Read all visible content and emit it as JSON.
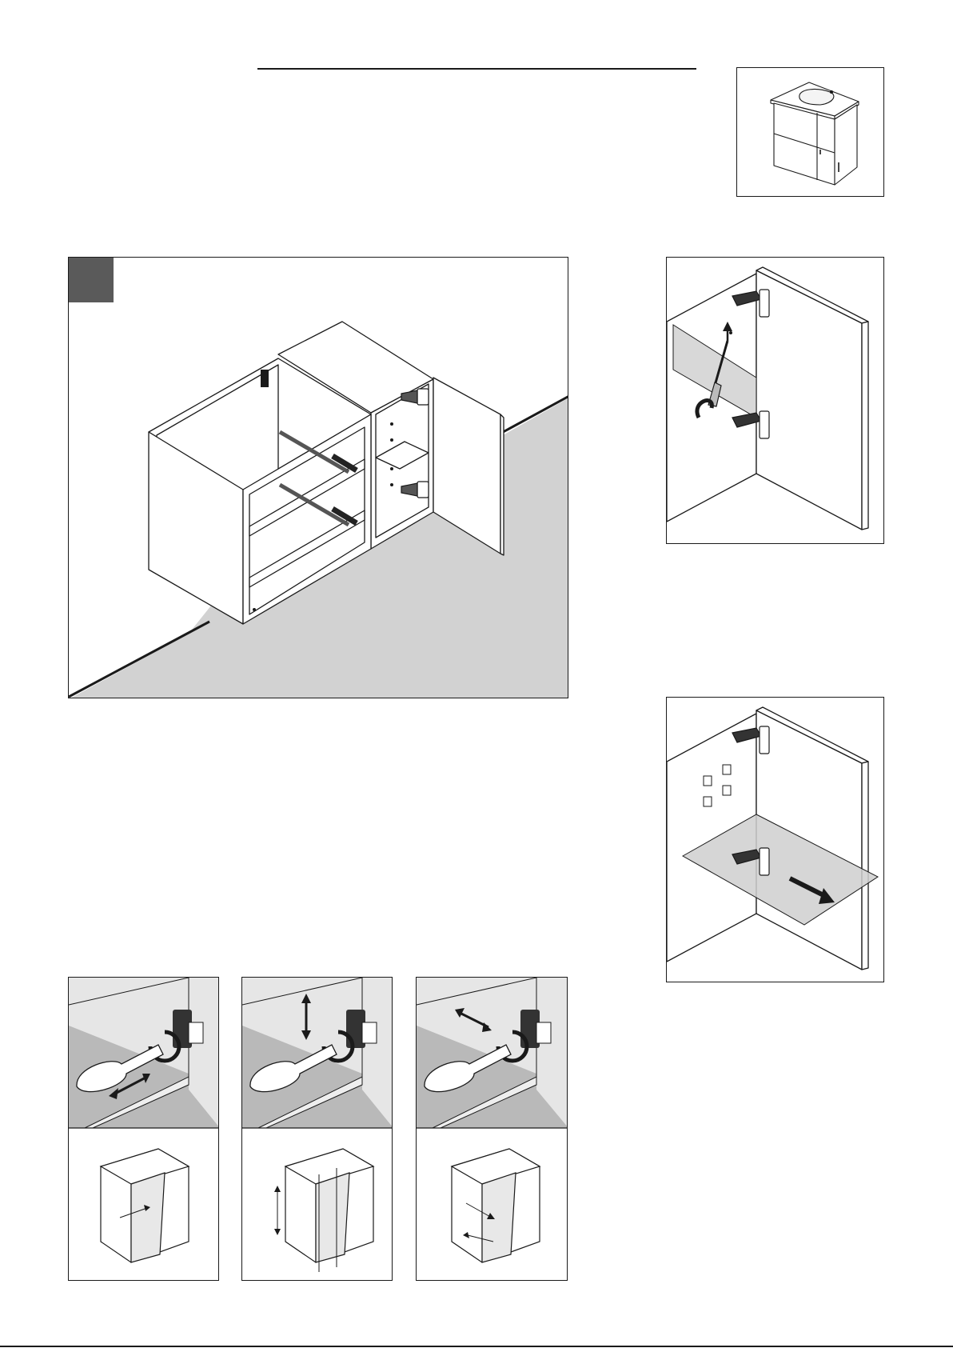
{
  "page": {
    "colors": {
      "ink": "#1a1a1a",
      "floor_gray": "#d2d2d2",
      "panel_gray": "#b9b9b9",
      "wall_gray": "#e6e6e6",
      "step_badge": "#5a5a5a",
      "glass": "#cfcfcf"
    },
    "icons": {
      "overview": "vanity-unit-with-basin-drawing",
      "main": "open-cabinet-assembly-drawing",
      "detail_top": "shelf-support-screwdriver-drawing",
      "detail_shelf": "glass-shelf-insertion-drawing",
      "adjust_depth": "hinge-depth-adjustment-drawing",
      "adjust_height": "hinge-height-adjustment-drawing",
      "adjust_side": "hinge-side-adjustment-drawing"
    }
  }
}
